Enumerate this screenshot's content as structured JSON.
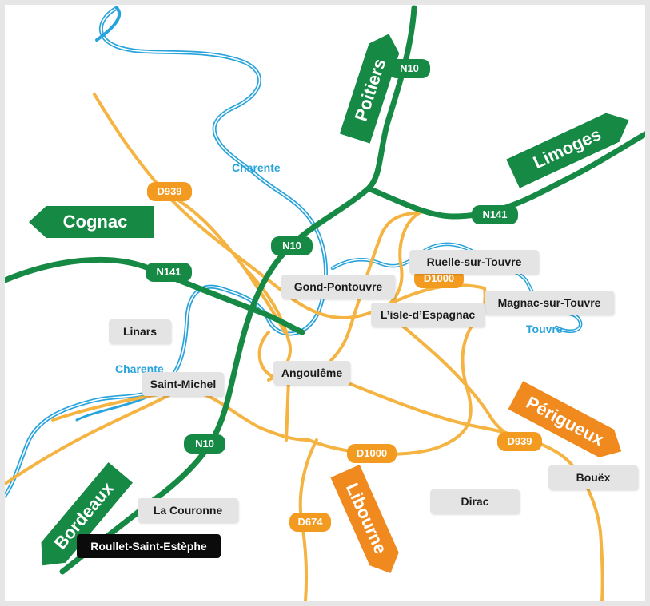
{
  "colors": {
    "national_road": "#168a45",
    "departmental_road": "#f5b341",
    "river": "#29a3dc",
    "place_label_bg": "#e4e4e4",
    "selected_place_bg": "#0b0b0b"
  },
  "directions": {
    "poitiers": "Poitiers",
    "limoges": "Limoges",
    "cognac": "Cognac",
    "perigueux": "Périgueux",
    "bordeaux": "Bordeaux",
    "libourne": "Libourne"
  },
  "roads": {
    "n10_north": "N10",
    "n10_center": "N10",
    "n10_south": "N10",
    "n141_east": "N141",
    "n141_west": "N141",
    "d939_north": "D939",
    "d939_east": "D939",
    "d1000_north": "D1000",
    "d1000_south": "D1000",
    "d674": "D674"
  },
  "rivers": {
    "charente_north": "Charente",
    "charente_west": "Charente",
    "touvre": "Touvre"
  },
  "places": {
    "ruelle": "Ruelle-sur-Touvre",
    "gond": "Gond-Pontouvre",
    "magnac": "Magnac-sur-Touvre",
    "isle": "L’isle-d’Espagnac",
    "linars": "Linars",
    "angouleme": "Angoulême",
    "saint_michel": "Saint-Michel",
    "boue": "Bouëx",
    "dirac": "Dirac",
    "la_couronne": "La Couronne",
    "roullet": "Roullet-Saint-Estèphe"
  },
  "selected_place": "Roullet-Saint-Estèphe"
}
